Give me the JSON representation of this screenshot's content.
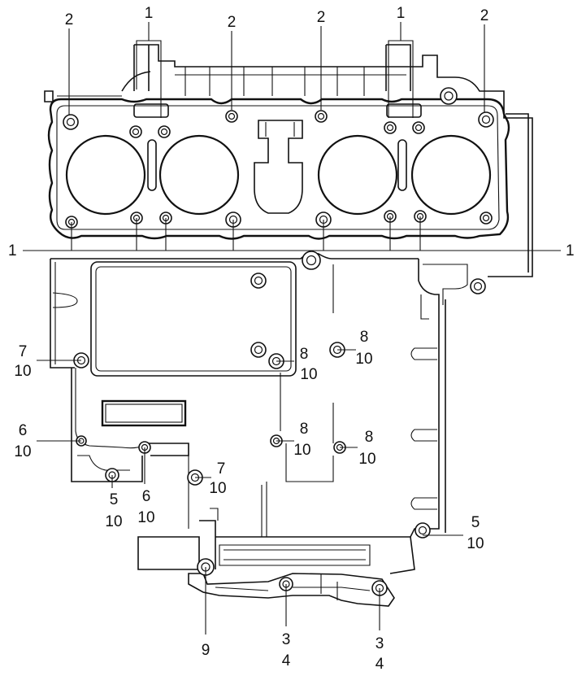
{
  "callouts": {
    "c1_top_left": "1",
    "c1_top_right": "1",
    "c1_left": "1",
    "c1_right": "1",
    "c2_a": "2",
    "c2_b": "2",
    "c2_c": "2",
    "c2_d": "2",
    "c7_left": "7",
    "c10_7_left": "10",
    "c8_a": "8",
    "c10_8_a": "10",
    "c8_b": "8",
    "c10_8_b": "10",
    "c6_left": "6",
    "c10_6_left": "10",
    "c8_c": "8",
    "c10_8_c": "10",
    "c8_d": "8",
    "c10_8_d": "10",
    "c7_mid": "7",
    "c10_7_mid": "10",
    "c5_left": "5",
    "c10_5_left": "10",
    "c6_mid": "6",
    "c10_6_mid": "10",
    "c5_right": "5",
    "c10_5_right": "10",
    "c9": "9",
    "c3_a": "3",
    "c4_a": "4",
    "c3_b": "3",
    "c4_b": "4"
  }
}
